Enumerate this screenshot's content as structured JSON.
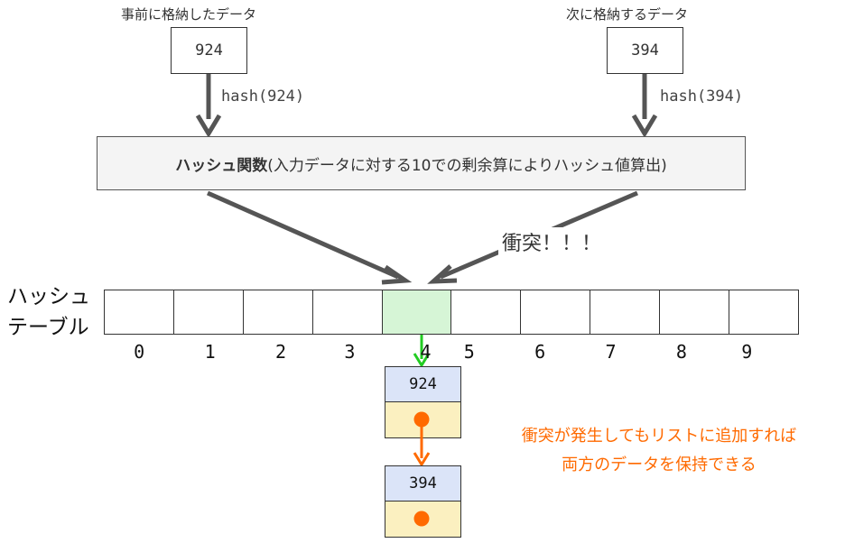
{
  "stored_caption": "事前に格納したデータ",
  "next_caption": "次に格納するデータ",
  "stored_value": "924",
  "next_value": "394",
  "hash_stored": "hash(924)",
  "hash_next": "hash(394)",
  "hash_function": {
    "name": "ハッシュ関数",
    "detail": "(入力データに対する10での剰余算によりハッシュ値算出)"
  },
  "collision_text": "衝突！！！",
  "table_label_line1": "ハッシュ",
  "table_label_line2": "テーブル",
  "indices": [
    "0",
    "1",
    "2",
    "3",
    "4",
    "5",
    "6",
    "7",
    "8",
    "9"
  ],
  "node1_value": "924",
  "node2_value": "394",
  "note_line1": "衝突が発生してもリストに追加すれば",
  "note_line2": "両方のデータを保持できる",
  "colors": {
    "green": "#22cc22",
    "orange": "#ff6a00",
    "arrow_gray": "#555555"
  }
}
